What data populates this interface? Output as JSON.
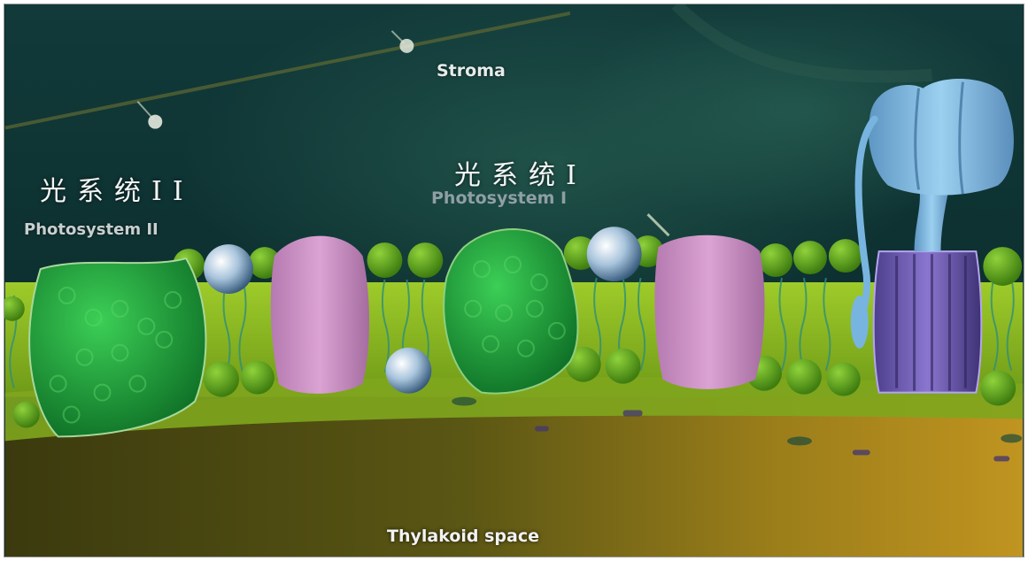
{
  "labels": {
    "stroma": "Stroma",
    "photosystem_ii_zh": "光系统II",
    "photosystem_ii_en": "Photosystem II",
    "photosystem_i_zh": "光系统I",
    "photosystem_i_en": "Photosystem I",
    "thylakoid_space": "Thylakoid space"
  }
}
